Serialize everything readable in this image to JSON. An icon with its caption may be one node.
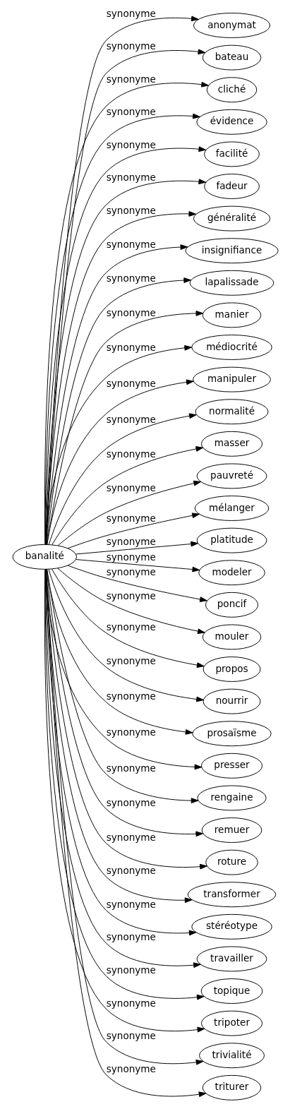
{
  "diagram": {
    "nodes": [
      {
        "text": [
          "banalité"
        ]
      },
      {
        "text": [
          "anonymat"
        ]
      },
      {
        "text": [
          "bateau"
        ]
      },
      {
        "text": [
          "cliché"
        ]
      },
      {
        "text": [
          "évidence"
        ]
      },
      {
        "text": [
          "facilité"
        ]
      },
      {
        "text": [
          "fadeur"
        ]
      },
      {
        "text": [
          "généralité"
        ]
      },
      {
        "text": [
          "insignifiance"
        ]
      },
      {
        "text": [
          "lapalissade"
        ]
      },
      {
        "text": [
          "manier"
        ]
      },
      {
        "text": [
          "médiocrité"
        ]
      },
      {
        "text": [
          "manipuler"
        ]
      },
      {
        "text": [
          "normalité"
        ]
      },
      {
        "text": [
          "masser"
        ]
      },
      {
        "text": [
          "pauvreté"
        ]
      },
      {
        "text": [
          "mélanger"
        ]
      },
      {
        "text": [
          "platitude"
        ]
      },
      {
        "text": [
          "modeler"
        ]
      },
      {
        "text": [
          "poncif"
        ]
      },
      {
        "text": [
          "mouler"
        ]
      },
      {
        "text": [
          "propos"
        ]
      },
      {
        "text": [
          "nourrir"
        ]
      },
      {
        "text": [
          "prosaïsme"
        ]
      },
      {
        "text": [
          "presser"
        ]
      },
      {
        "text": [
          "rengaine"
        ]
      },
      {
        "text": [
          "remuer"
        ]
      },
      {
        "text": [
          "roture"
        ]
      },
      {
        "text": [
          "transformer"
        ]
      },
      {
        "text": [
          "stéréotype"
        ]
      },
      {
        "text": [
          "travailler"
        ]
      },
      {
        "text": [
          "topique"
        ]
      },
      {
        "text": [
          "tripoter"
        ]
      },
      {
        "text": [
          "trivialité"
        ]
      },
      {
        "text": [
          "triturer"
        ]
      }
    ],
    "edges": [
      {
        "from": 0,
        "to": 1,
        "arrow": "to",
        "label": "synonyme"
      },
      {
        "from": 0,
        "to": 2,
        "arrow": "to",
        "label": "synonyme"
      },
      {
        "from": 0,
        "to": 3,
        "arrow": "to",
        "label": "synonyme"
      },
      {
        "from": 0,
        "to": 4,
        "arrow": "to",
        "label": "synonyme"
      },
      {
        "from": 0,
        "to": 5,
        "arrow": "to",
        "label": "synonyme"
      },
      {
        "from": 0,
        "to": 6,
        "arrow": "to",
        "label": "synonyme"
      },
      {
        "from": 0,
        "to": 7,
        "arrow": "to",
        "label": "synonyme"
      },
      {
        "from": 0,
        "to": 8,
        "arrow": "to",
        "label": "synonyme"
      },
      {
        "from": 0,
        "to": 9,
        "arrow": "to",
        "label": "synonyme"
      },
      {
        "from": 0,
        "to": 10,
        "arrow": "to",
        "label": "synonyme"
      },
      {
        "from": 0,
        "to": 11,
        "arrow": "to",
        "label": "synonyme"
      },
      {
        "from": 0,
        "to": 12,
        "arrow": "to",
        "label": "synonyme"
      },
      {
        "from": 0,
        "to": 13,
        "arrow": "to",
        "label": "synonyme"
      },
      {
        "from": 0,
        "to": 14,
        "arrow": "to",
        "label": "synonyme"
      },
      {
        "from": 0,
        "to": 15,
        "arrow": "to",
        "label": "synonyme"
      },
      {
        "from": 0,
        "to": 16,
        "arrow": "to",
        "label": "synonyme"
      },
      {
        "from": 0,
        "to": 17,
        "arrow": "to",
        "label": "synonyme"
      },
      {
        "from": 0,
        "to": 18,
        "arrow": "to",
        "label": "synonyme"
      },
      {
        "from": 0,
        "to": 19,
        "arrow": "to",
        "label": "synonyme"
      },
      {
        "from": 0,
        "to": 20,
        "arrow": "to",
        "label": "synonyme"
      },
      {
        "from": 0,
        "to": 21,
        "arrow": "to",
        "label": "synonyme"
      },
      {
        "from": 0,
        "to": 22,
        "arrow": "to",
        "label": "synonyme"
      },
      {
        "from": 0,
        "to": 23,
        "arrow": "to",
        "label": "synonyme"
      },
      {
        "from": 0,
        "to": 24,
        "arrow": "to",
        "label": "synonyme"
      },
      {
        "from": 0,
        "to": 25,
        "arrow": "to",
        "label": "synonyme"
      },
      {
        "from": 0,
        "to": 26,
        "arrow": "to",
        "label": "synonyme"
      },
      {
        "from": 0,
        "to": 27,
        "arrow": "to",
        "label": "synonyme"
      },
      {
        "from": 0,
        "to": 28,
        "arrow": "to",
        "label": "synonyme"
      },
      {
        "from": 0,
        "to": 29,
        "arrow": "to",
        "label": "synonyme"
      },
      {
        "from": 0,
        "to": 30,
        "arrow": "to",
        "label": "synonyme"
      },
      {
        "from": 0,
        "to": 31,
        "arrow": "to",
        "label": "synonyme"
      },
      {
        "from": 0,
        "to": 32,
        "arrow": "to",
        "label": "synonyme"
      },
      {
        "from": 0,
        "to": 33,
        "arrow": "to",
        "label": "synonyme"
      },
      {
        "from": 0,
        "to": 34,
        "arrow": "to",
        "label": "synonyme"
      }
    ]
  }
}
